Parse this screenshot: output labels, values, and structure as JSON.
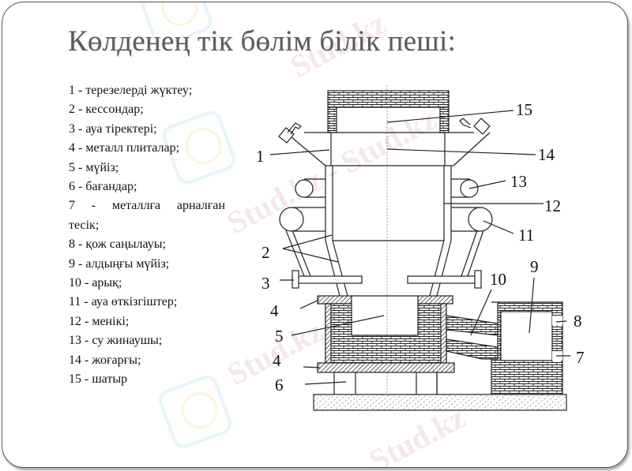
{
  "slide": {
    "title": "Көлденең тік бөлім білік пеші:"
  },
  "legend": {
    "items": [
      {
        "num": "1",
        "text": "1 - терезелерді жүктеу;"
      },
      {
        "num": "2",
        "text": "2 - кессондар;"
      },
      {
        "num": "3",
        "text": "3 - ауа тіректері;"
      },
      {
        "num": "4",
        "text": "4 - металл плиталар;"
      },
      {
        "num": "5",
        "text": "5 - мүйіз;"
      },
      {
        "num": "6",
        "text": "6 - бағандар;"
      },
      {
        "num": "7",
        "text": "7  -  металлға  арналған",
        "continued": "тесік;"
      },
      {
        "num": "8",
        "text": "8 - қож саңылауы;"
      },
      {
        "num": "9",
        "text": "9 - алдыңғы мүйіз;"
      },
      {
        "num": "10",
        "text": "10 - арық;"
      },
      {
        "num": "11",
        "text": "11 - ауа өткізгіштер;"
      },
      {
        "num": "12",
        "text": "12 - менікі;"
      },
      {
        "num": "13",
        "text": "13 - су жинаушы;"
      },
      {
        "num": "14",
        "text": "14 - жоғарғы;"
      },
      {
        "num": "15",
        "text": "15 - шатыр"
      }
    ]
  },
  "diagram": {
    "labels": {
      "l1": "1",
      "l2": "2",
      "l3": "3",
      "l4a": "4",
      "l4b": "4",
      "l5": "5",
      "l6": "6",
      "l7": "7",
      "l8": "8",
      "l9": "9",
      "l10": "10",
      "l11": "11",
      "l12": "12",
      "l13": "13",
      "l14": "14",
      "l15": "15"
    }
  },
  "watermarks": {
    "text1": "Stud.kz",
    "text2": "Stud.kz - Stud.kz",
    "text3": "Stud.kz"
  }
}
